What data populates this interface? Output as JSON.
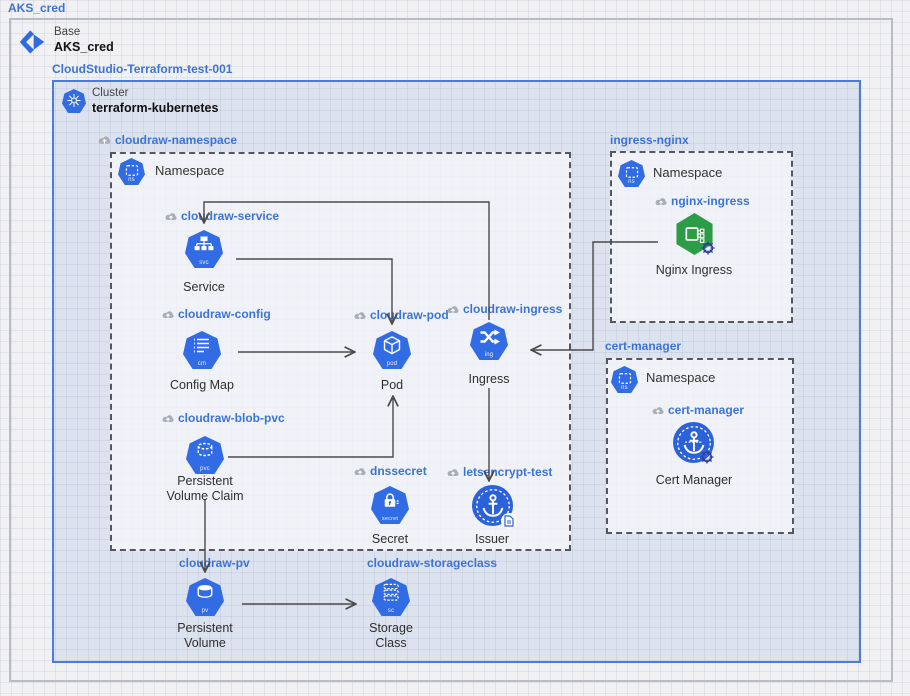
{
  "header": {
    "credential_label": "AKS_cred"
  },
  "base_node": {
    "type": "Base",
    "name": "AKS_cred"
  },
  "terraform_group_label": "CloudStudio-Terraform-test-001",
  "cluster_node": {
    "type": "Cluster",
    "name": "terraform-kubernetes"
  },
  "namespace_caption": "Namespace",
  "boxes": {
    "cloudraw_namespace": "cloudraw-namespace",
    "ingress_nginx": "ingress-nginx",
    "cert_manager": "cert-manager"
  },
  "icons": {
    "namespace_badge": "ns",
    "cloud_icon_name": "cloud-upload-icon",
    "kubernetes_icon_name": "kubernetes-wheel-icon"
  },
  "resources": {
    "service": {
      "sublabel": "cloudraw-service",
      "caption": "Service",
      "badge": "svc"
    },
    "config_map": {
      "sublabel": "cloudraw-config",
      "caption": "Config Map",
      "badge": "cm"
    },
    "pod": {
      "sublabel": "cloudraw-pod",
      "caption": "Pod",
      "badge": "pod"
    },
    "ingress": {
      "sublabel": "cloudraw-ingress",
      "caption": "Ingress",
      "badge": "ing"
    },
    "pvc": {
      "sublabel": "cloudraw-blob-pvc",
      "caption": "Persistent Volume Claim",
      "badge": "pvc"
    },
    "secret": {
      "sublabel": "dnssecret",
      "caption": "Secret",
      "badge": "secret"
    },
    "issuer": {
      "sublabel": "letsencrypt-test",
      "caption": "Issuer"
    },
    "pv": {
      "sublabel": "cloudraw-pv",
      "caption": "Persistent Volume",
      "badge": "pv"
    },
    "storage_class": {
      "sublabel": "cloudraw-storageclass",
      "caption": "Storage Class",
      "badge": "sc"
    },
    "nginx_ingress": {
      "sublabel": "nginx-ingress",
      "caption": "Nginx Ingress"
    },
    "cert_manager": {
      "sublabel": "cert-manager",
      "caption": "Cert Manager"
    }
  },
  "connections": [
    {
      "from": "ingress",
      "to": "service"
    },
    {
      "from": "service",
      "to": "pod"
    },
    {
      "from": "config_map",
      "to": "pod"
    },
    {
      "from": "pvc",
      "to": "pod"
    },
    {
      "from": "pvc",
      "to": "pv"
    },
    {
      "from": "pv",
      "to": "storage_class"
    },
    {
      "from": "nginx_ingress",
      "to": "ingress"
    },
    {
      "from": "ingress",
      "to": "issuer"
    }
  ],
  "colors": {
    "label_blue": "#3c74d6",
    "k8s_blue": "#326ce5",
    "cert_blue": "#2b62d9",
    "helm_green": "#2d9c46",
    "cluster_border": "#4a7ce0",
    "edge_gray": "#4a4a4a",
    "cloud_gray": "#a9aeb8"
  }
}
